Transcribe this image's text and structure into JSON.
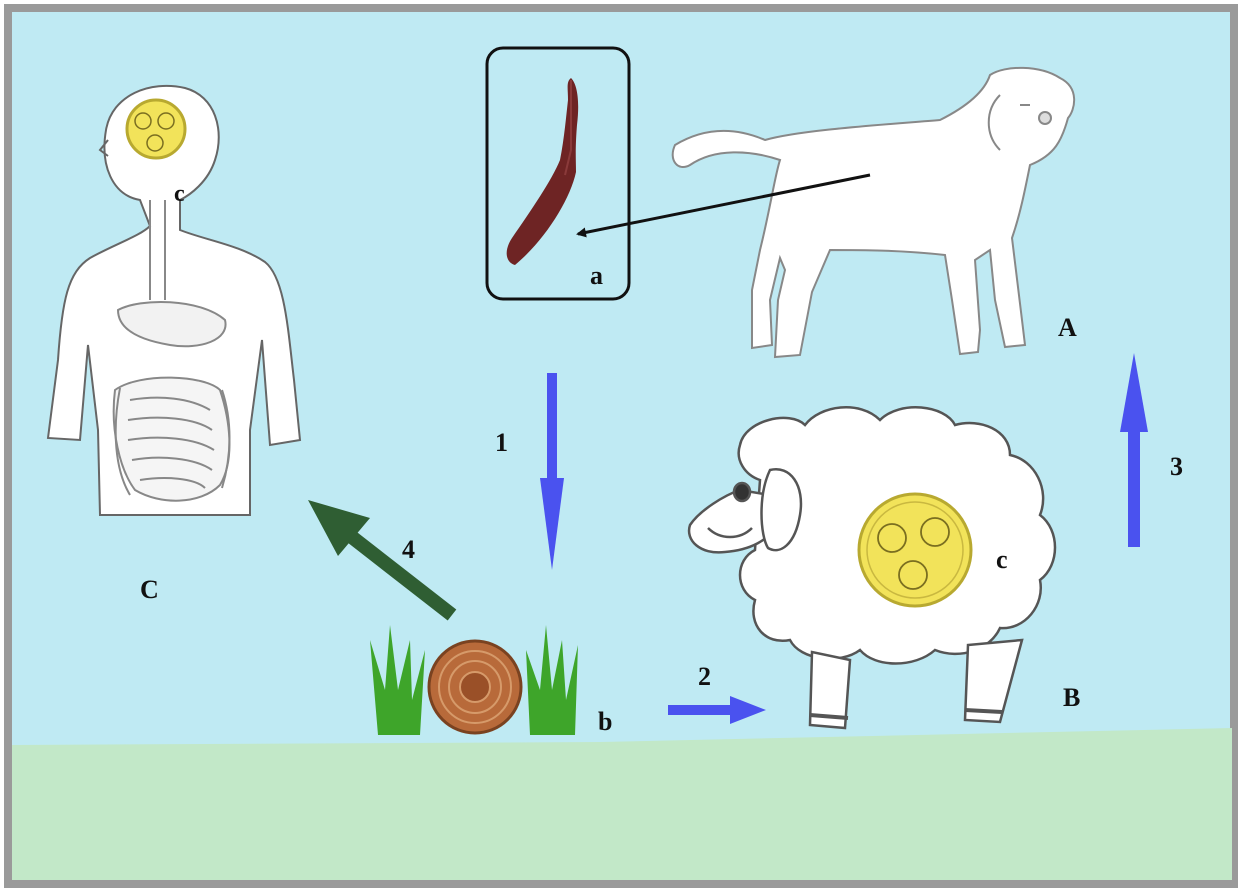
{
  "labels": {
    "host_A": "A",
    "host_B": "B",
    "host_C": "C",
    "worm": "a",
    "egg": "b",
    "cyst_human": "c",
    "cyst_sheep": "c"
  },
  "steps": {
    "step1": "1",
    "step2": "2",
    "step3": "3",
    "step4": "4"
  },
  "colors": {
    "sky": "#bfeaf3",
    "ground": "#c2e8c8",
    "border": "#9a9a9a",
    "blue_arrow": "#4a52ef",
    "green_arrow": "#2f5e33",
    "worm": "#6e2424",
    "cyst": "#f2e35a",
    "egg": "#b86a3a",
    "grass": "#3ea52a"
  },
  "icons": [
    "dog-icon",
    "sheep-icon",
    "human-icon",
    "tapeworm-icon",
    "egg-icon",
    "grass-icon",
    "hydatid-cyst-icon"
  ]
}
